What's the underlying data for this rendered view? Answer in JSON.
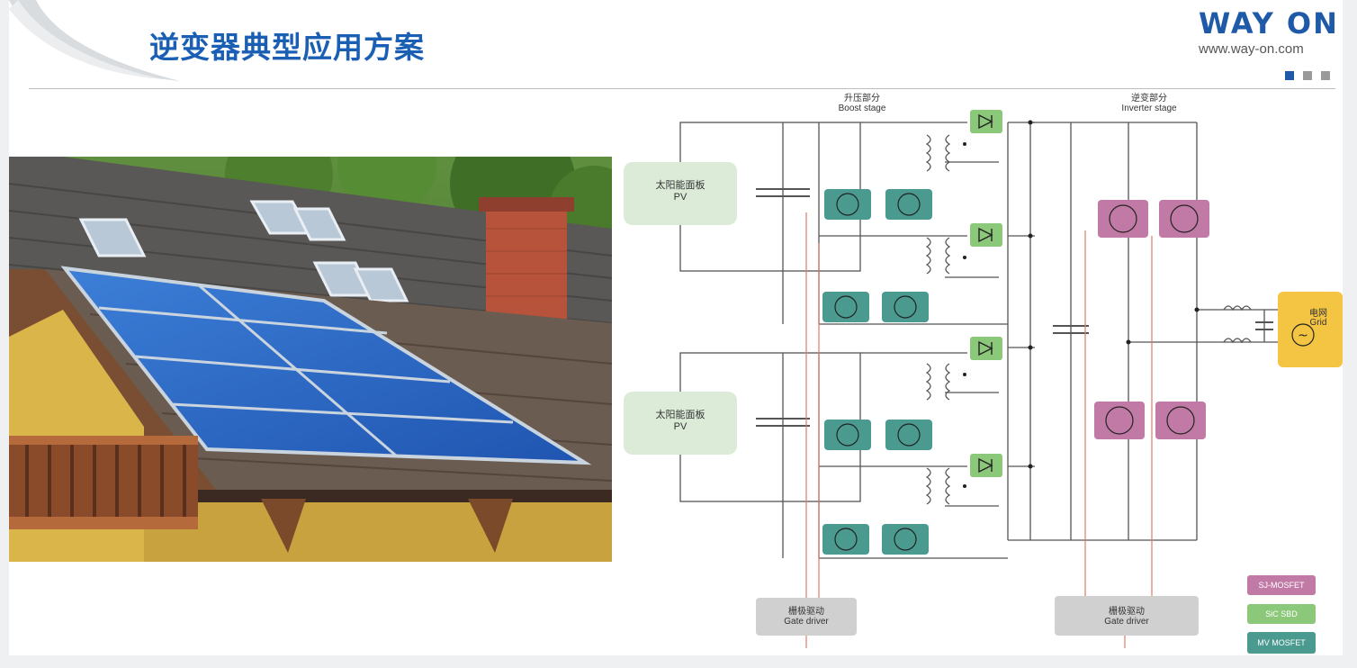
{
  "slide": {
    "title": "逆变器典型应用方案"
  },
  "logo": {
    "brand": "WAY ON",
    "url": "www.way-on.com"
  },
  "diagram": {
    "boost_stage_cn": "升压部分",
    "boost_stage_en": "Boost stage",
    "inverter_stage_cn": "逆变部分",
    "inverter_stage_en": "Inverter stage",
    "pv_panels": [
      {
        "cn": "太阳能面板",
        "en": "PV"
      },
      {
        "cn": "太阳能面板",
        "en": "PV"
      }
    ],
    "grid_cn": "电网",
    "grid_en": "Grid",
    "gate_drivers": [
      {
        "cn": "栅极驱动",
        "en": "Gate driver"
      },
      {
        "cn": "栅极驱动",
        "en": "Gate driver"
      }
    ]
  },
  "legend": [
    {
      "label": "SJ-MOSFET",
      "color": "#c17aa6"
    },
    {
      "label": "SiC SBD",
      "color": "#8cc87a"
    },
    {
      "label": "MV MOSFET",
      "color": "#4a9a90"
    }
  ],
  "colors": {
    "title": "#1a5fb4",
    "mv_mosfet": "#4a9a90",
    "sj_mosfet": "#c17aa6",
    "sic_sbd": "#8cc87a",
    "pv_panel": "#dcebd8",
    "grid": "#f4c542",
    "gate_driver": "#d0d0d0"
  }
}
